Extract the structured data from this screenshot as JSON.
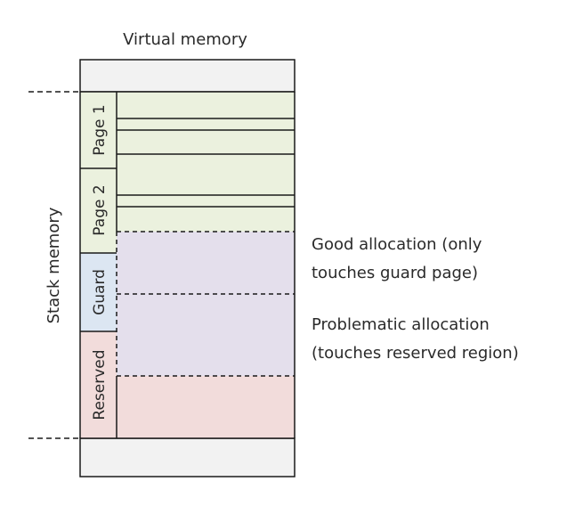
{
  "diagram": {
    "title": "Virtual memory",
    "side_label": "Stack memory",
    "segments": {
      "page1": "Page 1",
      "page2": "Page 2",
      "guard": "Guard",
      "reserved": "Reserved"
    },
    "annotations": {
      "good_line1": "Good allocation (only",
      "good_line2": "touches guard page)",
      "bad_line1": "Problematic allocation",
      "bad_line2": "(touches reserved region)"
    },
    "colors": {
      "stack_pages": "#ebf1de",
      "guard": "#dce6f2",
      "reserved": "#f2dcdb",
      "allocation": "#e4dfec",
      "unmapped": "#f2f2f2",
      "line": "#1a1a1a"
    }
  }
}
